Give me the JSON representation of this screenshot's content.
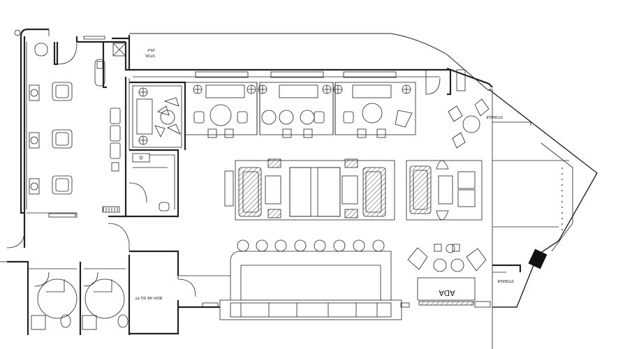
{
  "labels": {
    "stor_top": "STOR.",
    "stor_top_area": "26sf",
    "storage_upper": "STORAGE",
    "storage_lower": "STORAGE",
    "ada": "ADA",
    "boh": "BOH 48 SQ FT"
  }
}
